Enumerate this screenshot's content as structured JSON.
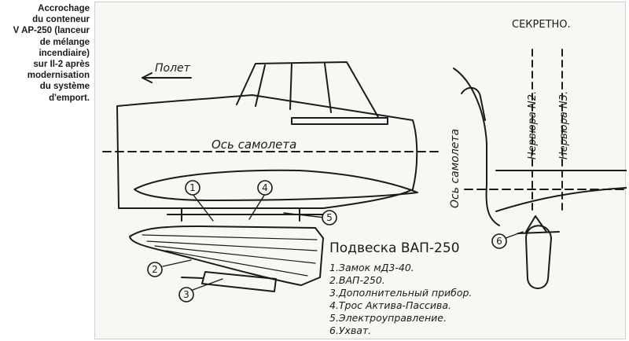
{
  "caption": {
    "lines": [
      "Accrochage",
      "du conteneur",
      "V AP-250 (lanceur",
      "de mélange",
      "incendiaire)",
      "sur Il-2 après",
      "modernisation",
      "du système",
      "d'emport."
    ]
  },
  "drawing": {
    "secret_label": "СЕКРЕТНО.",
    "flight_label": "Полет",
    "axis_label": "Ось самолета",
    "axis_label_vertical": "Ось самолета",
    "rib2_label": "Нервюра N2.",
    "rib3_label": "Нервюра N3.",
    "title": "Подвеска ВАП-250",
    "markers": [
      "1",
      "2",
      "3",
      "4",
      "5",
      "6"
    ],
    "legend": [
      "1.Замок мД3-40.",
      "2.ВАП-250.",
      "3.Дополнительный прибор.",
      "4.Трос Актива-Пассива.",
      "5.Электроуправление.",
      "6.Ухват."
    ]
  }
}
